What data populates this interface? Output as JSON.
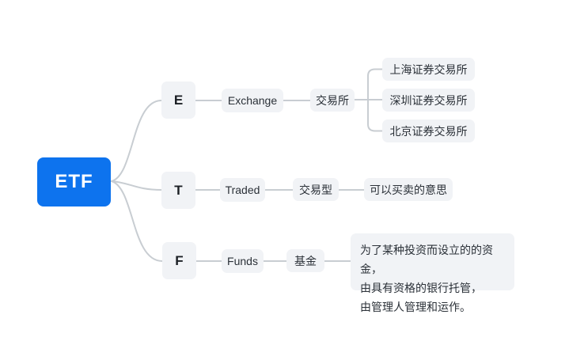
{
  "mindmap": {
    "root": {
      "label": "ETF"
    },
    "branches": [
      {
        "letter": "E",
        "english": "Exchange",
        "chinese": "交易所",
        "leaves": [
          "上海证券交易所",
          "深圳证券交易所",
          "北京证券交易所"
        ]
      },
      {
        "letter": "T",
        "english": "Traded",
        "chinese": "交易型",
        "leaves": [
          "可以买卖的意思"
        ]
      },
      {
        "letter": "F",
        "english": "Funds",
        "chinese": "基金",
        "leaves": [
          "为了某种投资而设立的的资金，\n由具有资格的银行托管，\n由管理人管理和运作。"
        ]
      }
    ],
    "colors": {
      "root_bg": "#0d73ee",
      "root_text": "#ffffff",
      "node_bg": "#f1f3f6",
      "node_text": "#2b3138",
      "connector": "#c8cdd2"
    }
  }
}
